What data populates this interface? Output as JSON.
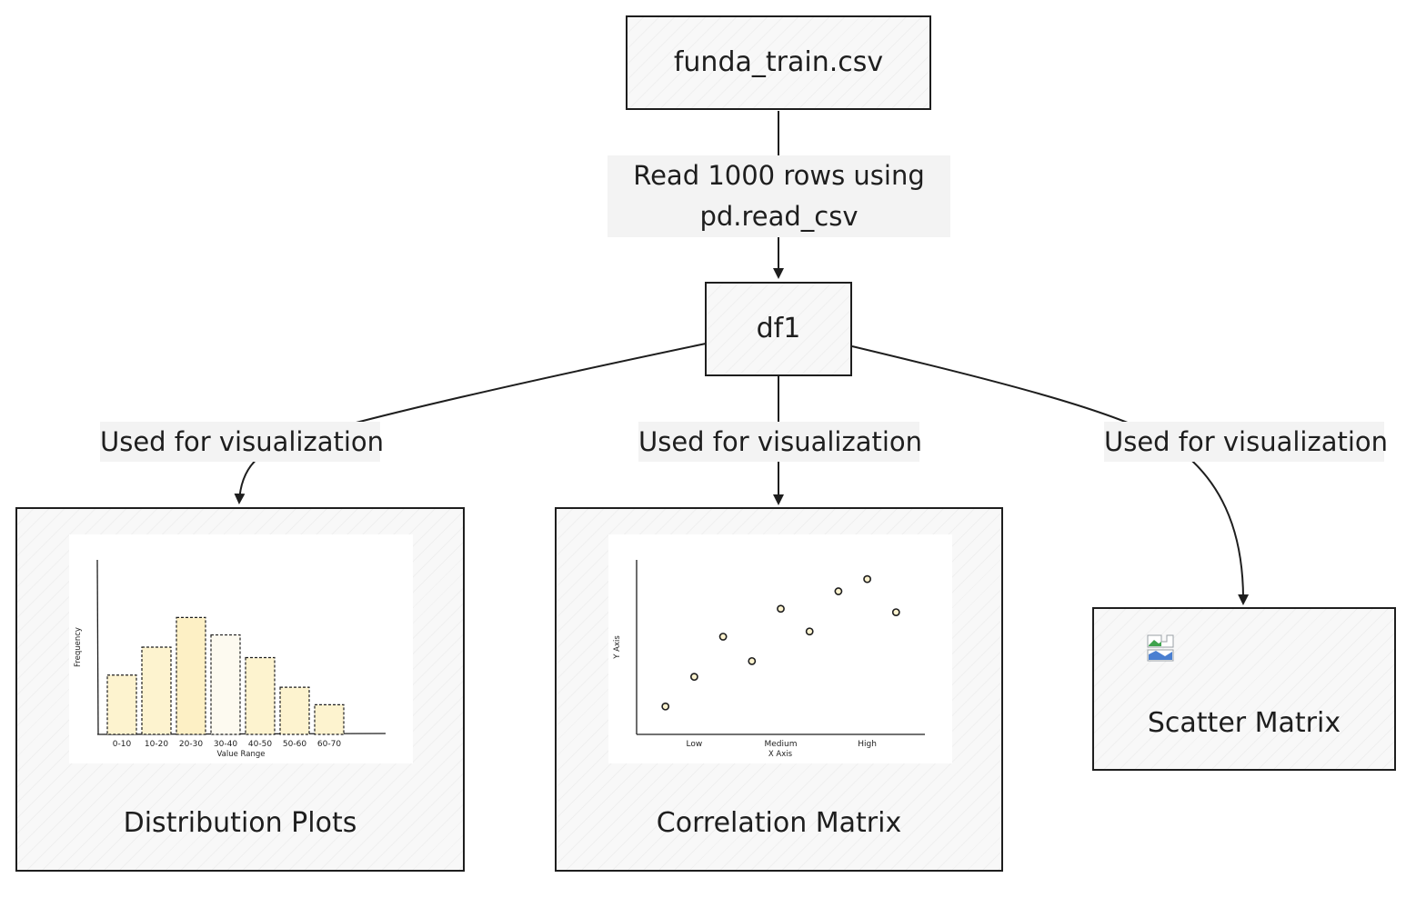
{
  "nodes": {
    "source": {
      "label": "funda_train.csv"
    },
    "df": {
      "label": "df1"
    },
    "distribution": {
      "label": "Distribution Plots"
    },
    "correlation": {
      "label": "Correlation Matrix"
    },
    "scatter": {
      "label": "Scatter Matrix"
    }
  },
  "edges": {
    "read": {
      "line1": "Read 1000 rows using",
      "line2": "pd.read_csv"
    },
    "viz_left": {
      "label": "Used for visualization"
    },
    "viz_center": {
      "label": "Used for visualization"
    },
    "viz_right": {
      "label": "Used for visualization"
    }
  },
  "chart_data": [
    {
      "type": "bar",
      "ylabel": "Frequency",
      "xlabel": "Value Range",
      "categories": [
        "0-10",
        "10-20",
        "20-30",
        "30-40",
        "40-50",
        "50-60",
        "60-70"
      ],
      "values": [
        34,
        50,
        67,
        57,
        44,
        27,
        17
      ],
      "ylim": [
        0,
        100
      ],
      "colors": [
        "#fdf3cf",
        "#fdf3cf",
        "#fdf0c5",
        "#fdfaf0",
        "#fdf3cf",
        "#fdf3cf",
        "#fdf3cf"
      ]
    },
    {
      "type": "scatter",
      "ylabel": "Y Axis",
      "xlabel": "X Axis",
      "xticks": [
        {
          "label": "Low",
          "x": 2
        },
        {
          "label": "Medium",
          "x": 5
        },
        {
          "label": "High",
          "x": 8
        }
      ],
      "xlim": [
        0,
        10
      ],
      "ylim": [
        0,
        100
      ],
      "points": [
        {
          "x": 1,
          "y": 16
        },
        {
          "x": 2,
          "y": 33
        },
        {
          "x": 3,
          "y": 56
        },
        {
          "x": 4,
          "y": 42
        },
        {
          "x": 5,
          "y": 72
        },
        {
          "x": 6,
          "y": 59
        },
        {
          "x": 7,
          "y": 82
        },
        {
          "x": 8,
          "y": 89
        },
        {
          "x": 9,
          "y": 70
        }
      ]
    }
  ]
}
